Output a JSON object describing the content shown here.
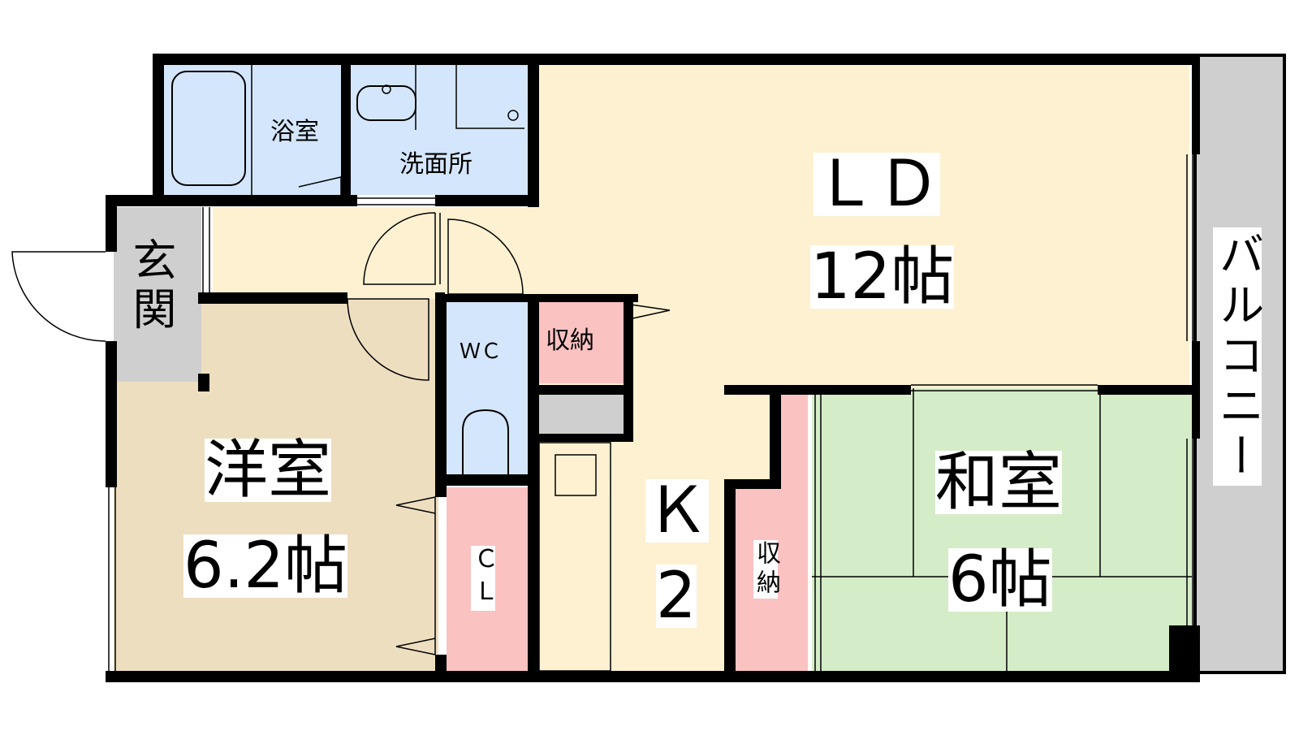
{
  "rooms": {
    "ld": {
      "name": "ＬＤ",
      "size": "12帖"
    },
    "kitchen": {
      "name": "Ｋ",
      "size": "2"
    },
    "western": {
      "name": "洋室",
      "size": "6.2帖"
    },
    "japanese": {
      "name": "和室",
      "size": "6帖"
    },
    "bath": {
      "name": "浴室"
    },
    "washroom": {
      "name": "洗面所"
    },
    "entrance": {
      "name": "玄関"
    },
    "wc": {
      "name": "ＷＣ"
    },
    "closet": {
      "name": "ＣＬ"
    },
    "storage_upper": {
      "name": "収納"
    },
    "storage_japanese": {
      "name": "収納"
    },
    "balcony": {
      "name": "バルコニー"
    }
  },
  "colors": {
    "ld": "#fdf1d2",
    "western": "#eedec0",
    "japanese": "#d5ecc8",
    "wet": "#d4e6fb",
    "storage": "#fbc2c2",
    "gray": "#cfcfcf",
    "wall": "#000000"
  }
}
